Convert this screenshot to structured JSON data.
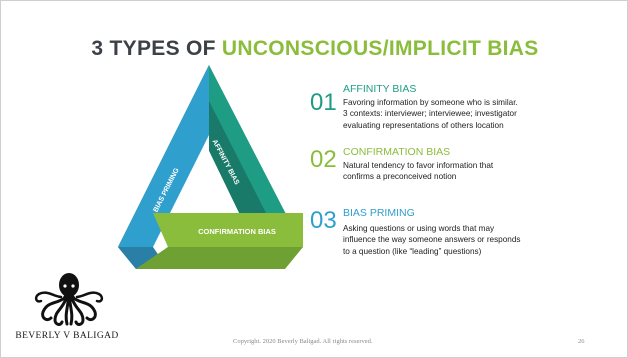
{
  "title": {
    "part1": "3 TYPES OF ",
    "part2": "UNCONSCIOUS/IMPLICIT BIAS"
  },
  "diagram": {
    "affinity_label": "AFFINITY BIAS",
    "priming_label": "BIAS PRIMING",
    "confirmation_label": "CONFIRMATION BIAS"
  },
  "items": [
    {
      "number": "01",
      "heading": "AFFINITY BIAS",
      "lines": [
        "Favoring information by someone who is similar.",
        "3 contexts: interviewer; interviewee; investigator",
        "evaluating representations of others location"
      ]
    },
    {
      "number": "02",
      "heading": "CONFIRMATION BIAS",
      "lines": [
        "Natural tendency to favor information that",
        "confirms a preconceived notion"
      ]
    },
    {
      "number": "03",
      "heading": "BIAS PRIMING",
      "lines": [
        "Asking questions or using words that may",
        "influence the way someone answers or responds",
        "to a question (like “leading” questions)"
      ]
    }
  ],
  "footer": {
    "brand": "BEVERLY V BALIGAD",
    "copyright": "Copyright. 2020 Beverly Baligad. All rights reserved.",
    "page": "26"
  },
  "colors": {
    "title_dark": "#3c4147",
    "accent_green": "#8bbd3c",
    "teal_dark": "#1f7c6d",
    "teal": "#1f9c84",
    "blue": "#2f9fce",
    "blue_dark": "#2a7fa6",
    "green_dark": "#5e8f2c"
  },
  "icons": {
    "logo": "octopus-logo"
  }
}
